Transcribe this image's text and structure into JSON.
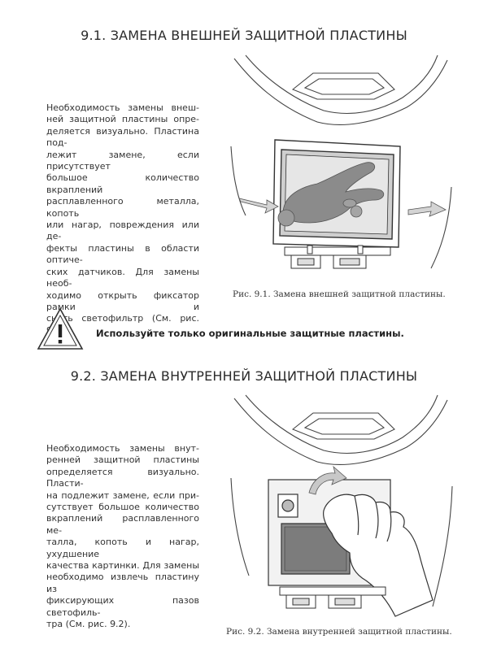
{
  "section1": {
    "title": "9.1. ЗАМЕНА ВНЕШНЕЙ ЗАЩИТНОЙ ПЛАСТИНЫ",
    "lines": [
      "Необходимость замены внеш-",
      "ней защитной пластины опре-",
      "деляется визуально. Пластина под-",
      "лежит замене, если присутствует",
      "большое количество вкраплений",
      "расплавленного металла, копоть",
      "или нагар, повреждения или де-",
      "фекты пластины в области оптиче-",
      "ских датчиков. Для замены необ-",
      "ходимо открыть фиксатор рамки и",
      "снять светофильтр (См. рис. 9.1)."
    ],
    "caption": "Рис. 9.1. Замена внешней защитной пластины.",
    "figure_icon": "helmet-outer-plate-figure"
  },
  "warning": {
    "icon": "warning-triangle-icon",
    "text": "Используйте только оригинальные защитные пластины."
  },
  "section2": {
    "title": "9.2. ЗАМЕНА ВНУТРЕННЕЙ ЗАЩИТНОЙ ПЛАСТИНЫ",
    "lines": [
      "Необходимость замены внут-",
      "ренней защитной пластины",
      "определяется визуально. Пласти-",
      "на подлежит замене, если при-",
      "сутствует большое количество",
      "вкраплений расплавленного ме-",
      "талла, копоть и нагар, ухудшение",
      "качества картинки. Для замены",
      "необходимо извлечь пластину из",
      "фиксирующих пазов светофиль-",
      "тра (См. рис. 9.2)."
    ],
    "caption": "Рис. 9.2. Замена внутренней защитной пластины.",
    "figure_icon": "helmet-inner-plate-figure"
  }
}
